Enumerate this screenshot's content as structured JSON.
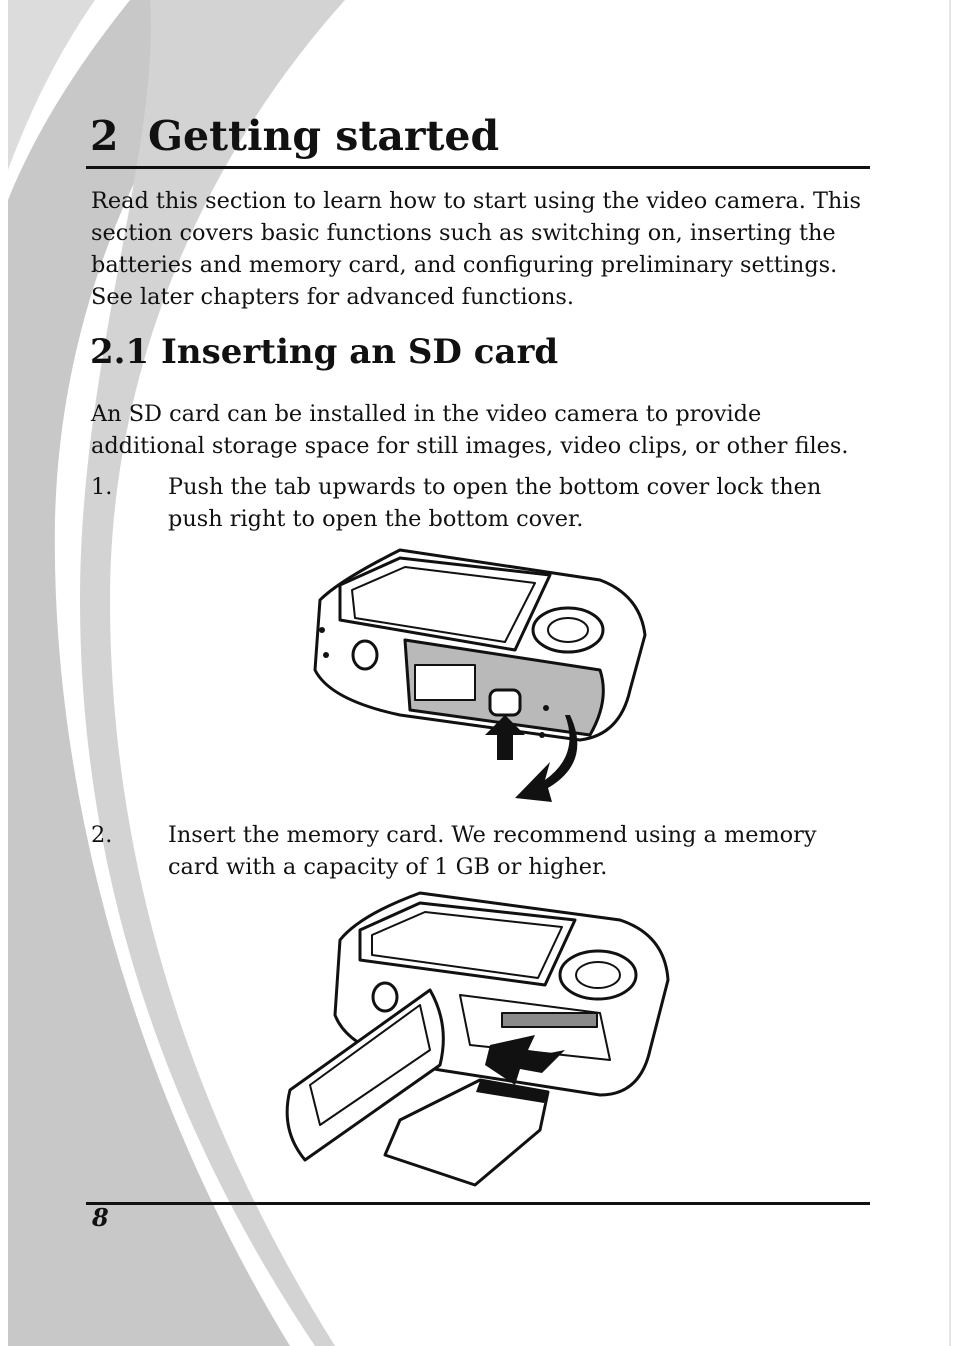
{
  "chapter": {
    "number": "2",
    "title": "Getting started",
    "intro": "Read this section to learn how to start using the video camera. This section covers basic functions such as switching on, inserting the batteries and memory card, and configuring preliminary settings. See later chapters for advanced functions."
  },
  "section": {
    "title": "2.1 Inserting an SD card",
    "intro": "An SD card can be installed in the video camera to provide additional storage space for still images, video clips, or other files."
  },
  "steps": [
    {
      "number": "1.",
      "text": "Push the tab upwards to open the bottom cover lock then push right to open the bottom cover."
    },
    {
      "number": "2.",
      "text": "Insert the memory card. We recommend using a memory card with a capacity of 1 GB or higher."
    }
  ],
  "footer": {
    "page_number": "8"
  }
}
